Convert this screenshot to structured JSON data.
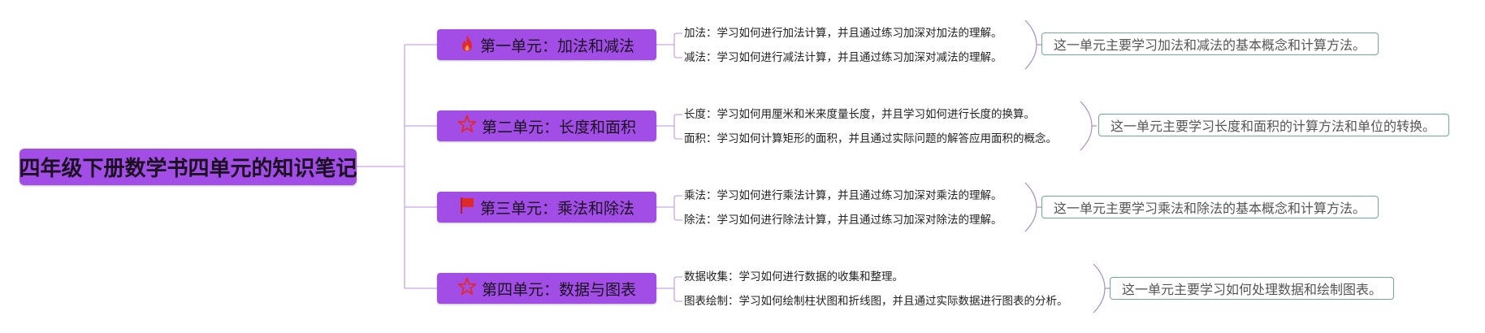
{
  "root": {
    "title": "四年级下册数学书四单元的知识笔记"
  },
  "units": [
    {
      "title": "第一单元：加法和减法",
      "icon": "fire-icon",
      "items": [
        "加法：学习如何进行加法计算，并且通过练习加深对加法的理解。",
        "减法：学习如何进行减法计算，并且通过练习加深对减法的理解。"
      ],
      "summary": "这一单元主要学习加法和减法的基本概念和计算方法。"
    },
    {
      "title": "第二单元：长度和面积",
      "icon": "star-outline-icon",
      "items": [
        "长度：学习如何用厘米和米来度量长度，并且学习如何进行长度的换算。",
        "面积：学习如何计算矩形的面积，并且通过实际问题的解答应用面积的概念。"
      ],
      "summary": "这一单元主要学习长度和面积的计算方法和单位的转换。"
    },
    {
      "title": "第三单元：乘法和除法",
      "icon": "flag-icon",
      "items": [
        "乘法：学习如何进行乘法计算，并且通过练习加深对乘法的理解。",
        "除法：学习如何进行除法计算，并且通过练习加深对除法的理解。"
      ],
      "summary": "这一单元主要学习乘法和除法的基本概念和计算方法。"
    },
    {
      "title": "第四单元：数据与图表",
      "icon": "star-outline-icon",
      "items": [
        "数据收集：学习如何进行数据的收集和整理。",
        "图表绘制：学习如何绘制柱状图和折线图，并且通过实际数据进行图表的分析。"
      ],
      "summary": "这一单元主要学习如何处理数据和绘制图表。"
    }
  ],
  "colors": {
    "node_fill": "#a14de6",
    "connector": "#c9a6ea",
    "summary_border": "#6ea89c",
    "icon_red": "#e02a2a"
  }
}
